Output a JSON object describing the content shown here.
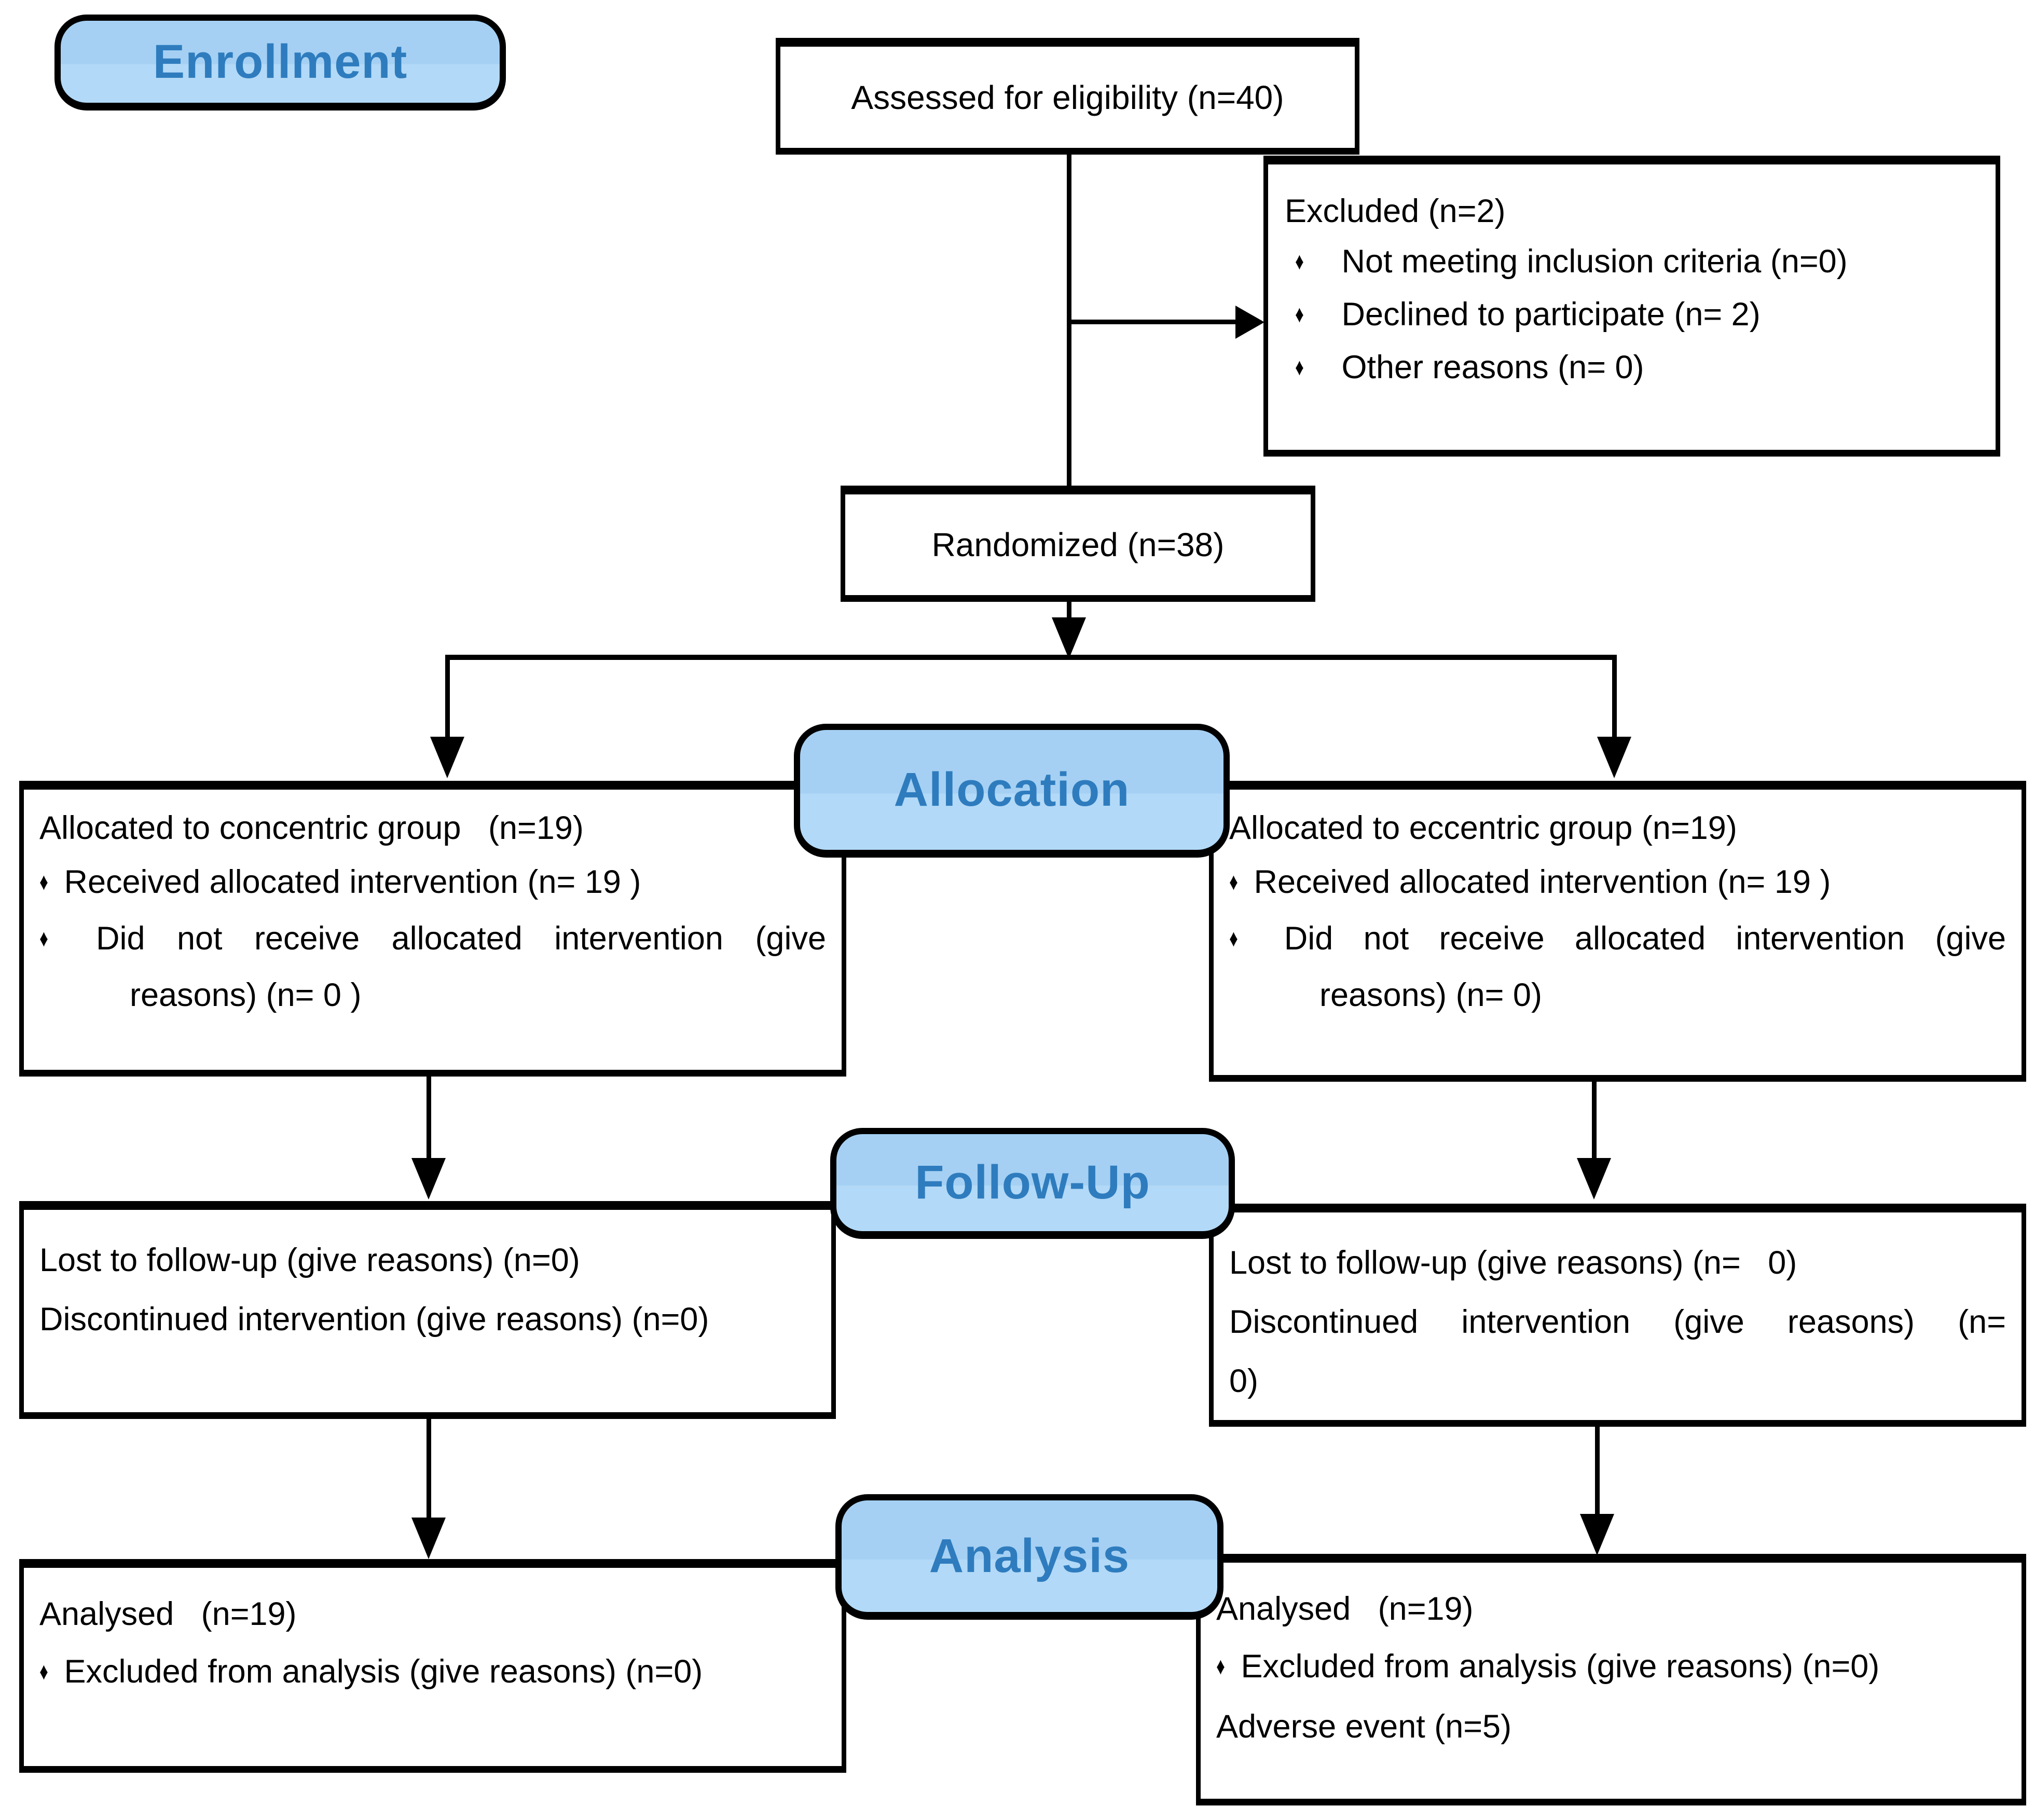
{
  "diagram": {
    "colors": {
      "stage_fill": "#A5D0F3",
      "stage_fill_light": "#B2D9F7",
      "stage_text": "#2E7CBE",
      "line": "#000000"
    },
    "glyphs": {
      "diamond": "♦"
    },
    "stage_labels": {
      "enrollment": "Enrollment",
      "allocation": "Allocation",
      "followup": "Follow-Up",
      "analysis": "Analysis"
    },
    "boxes": {
      "assessed": {
        "text": "Assessed for eligibility (n=40)"
      },
      "excluded": {
        "title": "Excluded (n=2)",
        "items": [
          "Not meeting inclusion criteria (n=0)",
          "Declined to participate (n= 2)",
          "Other reasons (n= 0)"
        ]
      },
      "randomized": {
        "text": "Randomized (n=38)"
      },
      "alloc_left": {
        "title": "Allocated to concentric group   (n=19)",
        "bullet1": "Received allocated intervention (n= 19 )",
        "bullet2_line1": "Did not receive allocated intervention (give",
        "bullet2_line2": "reasons) (n= 0 )"
      },
      "alloc_right": {
        "title": "Allocated to eccentric group (n=19)",
        "bullet1": "Received allocated intervention (n= 19 )",
        "bullet2_line1": "Did not receive allocated intervention (give",
        "bullet2_line2": "reasons) (n= 0)"
      },
      "fu_left": {
        "line1": "Lost to follow-up (give reasons) (n=0)",
        "line2": "Discontinued intervention (give reasons) (n=0)"
      },
      "fu_right": {
        "line1": "Lost to follow-up (give reasons) (n=   0)",
        "line2_a": "Discontinued intervention (give reasons) (n=",
        "line2_b": "0)"
      },
      "an_left": {
        "title": "Analysed   (n=19)",
        "bullet1": "Excluded from analysis (give reasons) (n=0)"
      },
      "an_right": {
        "title": "Analysed   (n=19)",
        "bullet1": "Excluded from analysis (give reasons) (n=0)",
        "line3": "Adverse event (n=5)"
      }
    }
  }
}
